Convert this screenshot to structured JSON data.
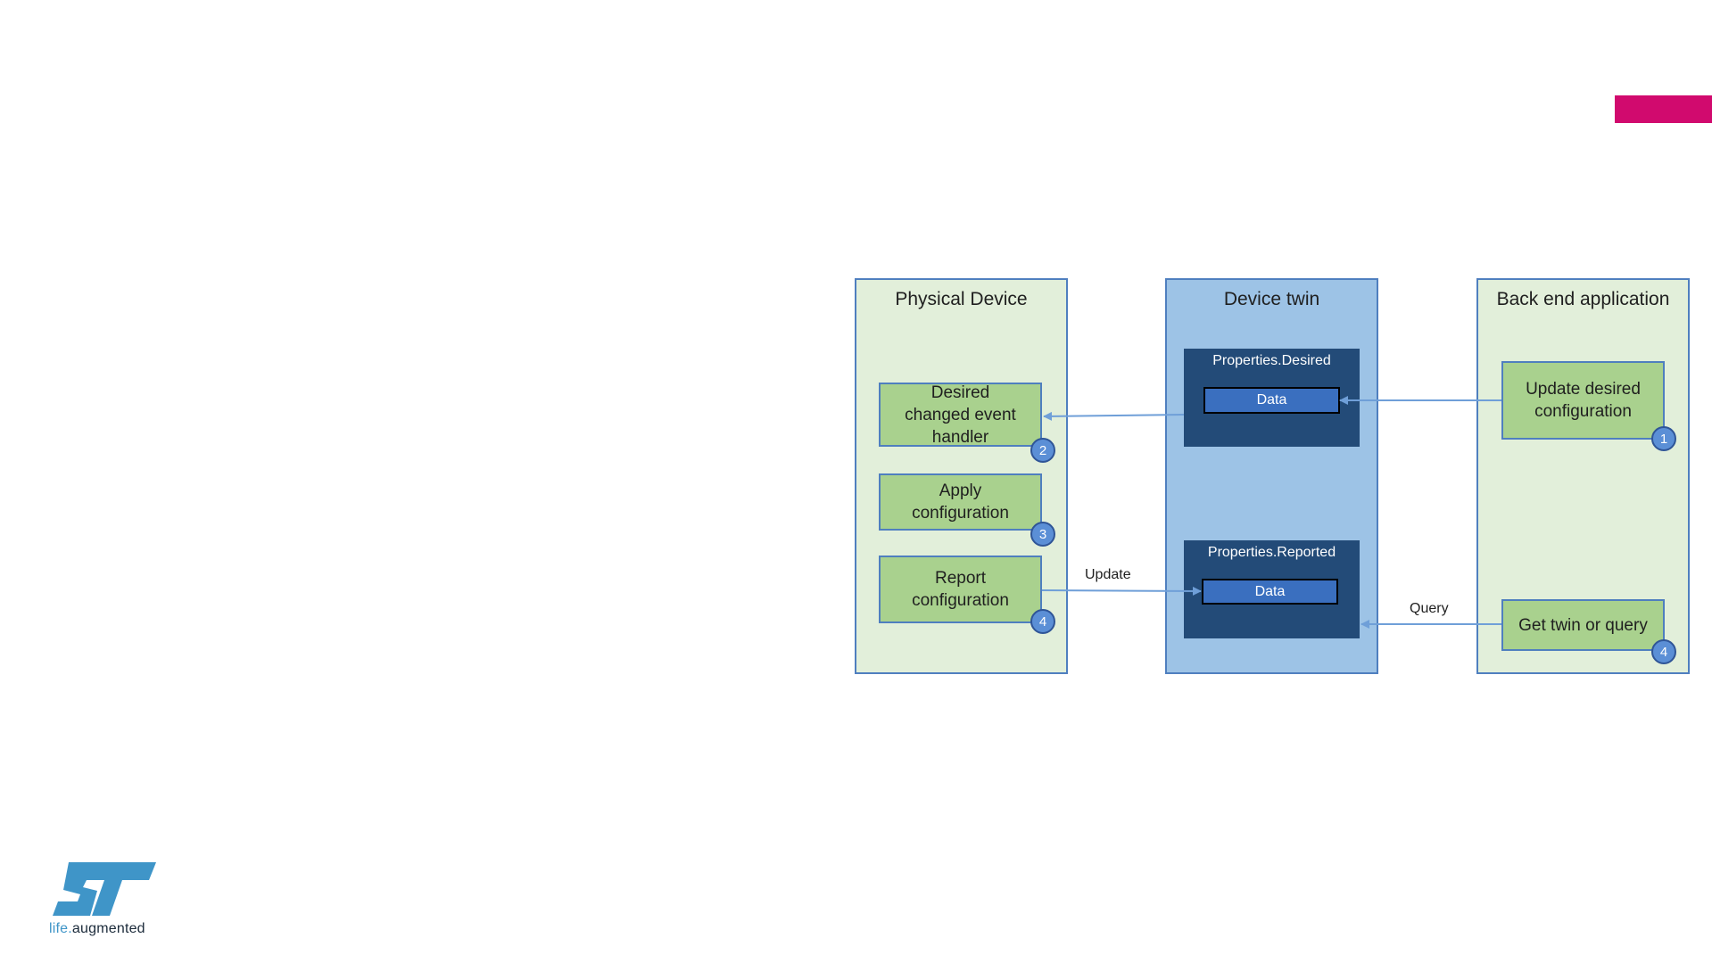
{
  "colors": {
    "accent": "#d10a6e",
    "lane_green": "#e2efda",
    "lane_blue": "#9dc3e6",
    "node_green": "#a9d18e",
    "prop_dark": "#234b78",
    "data_blue": "#3a6fbf",
    "badge_blue": "#5b8fd6",
    "arrow": "#6f9fd8",
    "logo_blue": "#3f95c8",
    "logo_dark": "#1b2a3a"
  },
  "lanes": {
    "physical": "Physical Device",
    "twin": "Device twin",
    "backend": "Back end application"
  },
  "nodes": {
    "desired_handler": "Desired changed event handler",
    "apply_config": "Apply configuration",
    "report_config": "Report configuration",
    "update_desired": "Update desired configuration",
    "get_twin": "Get twin or query"
  },
  "properties": {
    "desired": {
      "title": "Properties.Desired",
      "data": "Data"
    },
    "reported": {
      "title": "Properties.Reported",
      "data": "Data"
    }
  },
  "badges": {
    "desired_handler": "2",
    "apply_config": "3",
    "report_config": "4",
    "update_desired": "1",
    "get_twin": "4"
  },
  "edges": {
    "update": "Update",
    "query": "Query"
  },
  "logo": {
    "mark": "ST",
    "tagline_a": "life",
    "tagline_dot": ".",
    "tagline_b": "augmented"
  }
}
